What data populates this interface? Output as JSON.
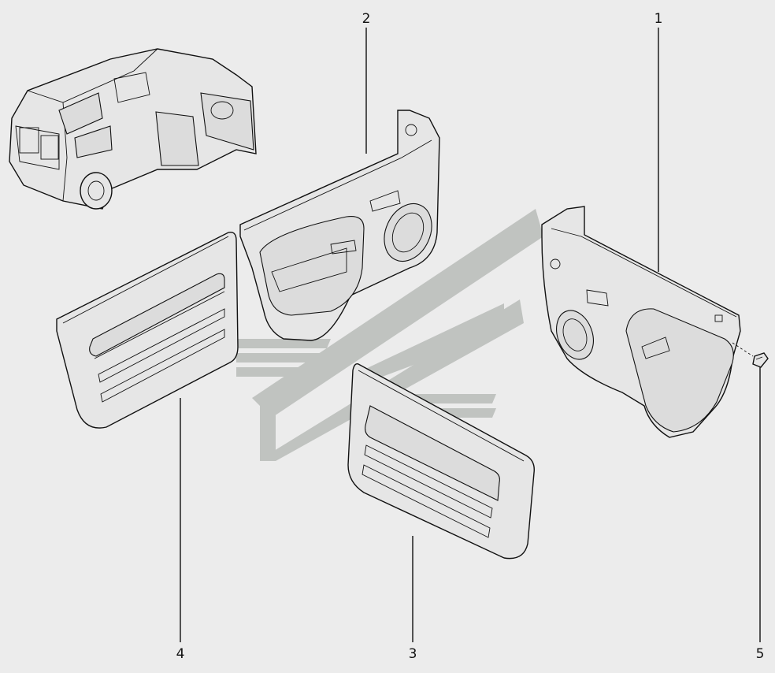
{
  "diagram": {
    "callouts": [
      {
        "id": "1",
        "label": "1"
      },
      {
        "id": "2",
        "label": "2"
      },
      {
        "id": "3",
        "label": "3"
      },
      {
        "id": "4",
        "label": "4"
      },
      {
        "id": "5",
        "label": "5"
      }
    ]
  },
  "colors": {
    "background": "#ececec",
    "line": "#111111",
    "watermark": "#b8bcb8"
  }
}
